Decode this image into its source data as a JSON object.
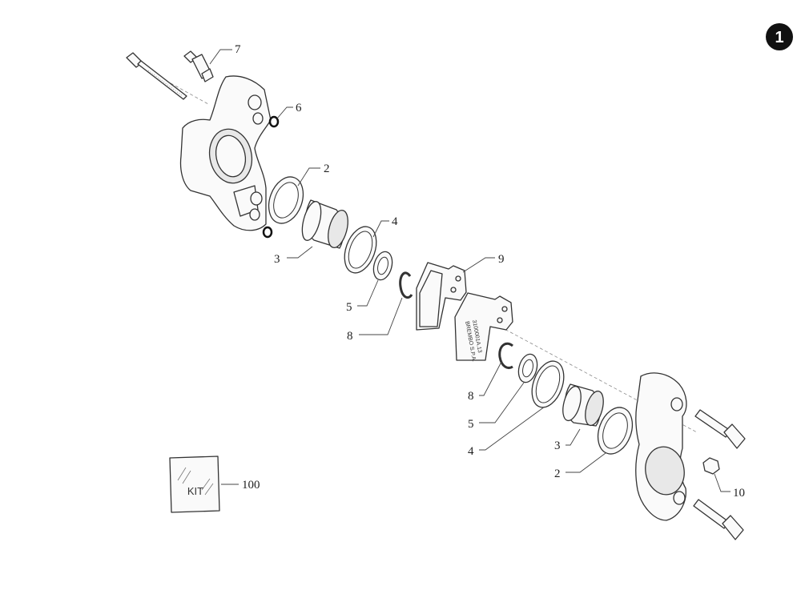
{
  "page_badge": "1",
  "callouts": {
    "bleed_screw": "7",
    "o_ring": "6",
    "seal_upper": "2",
    "piston_upper": "3",
    "dust_seal_upper": "4",
    "washer_upper": "5",
    "clip_upper": "8",
    "pad_set": "9",
    "clip_lower": "8",
    "washer_lower": "5",
    "dust_seal_lower": "4",
    "piston_lower": "3",
    "seal_lower": "2",
    "nut": "10",
    "kit": "100"
  },
  "kit_label": "KIT",
  "pad_inscription": "3100001A.13\nBREMBO S.P.A."
}
